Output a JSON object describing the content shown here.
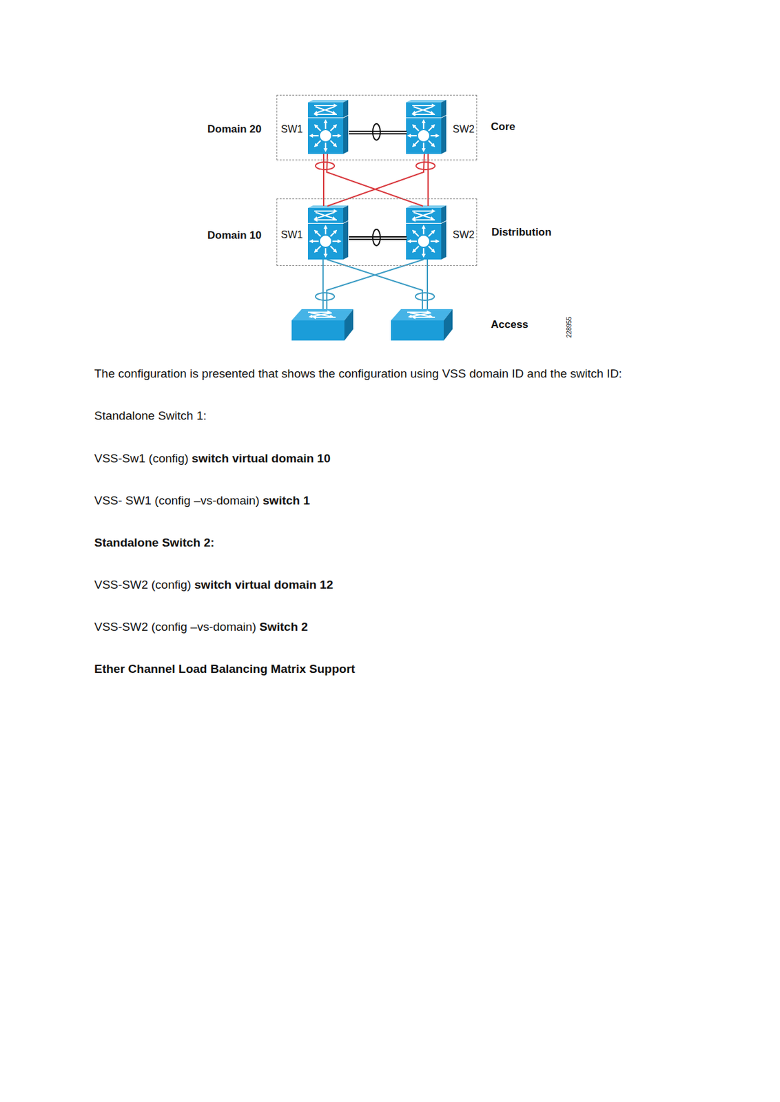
{
  "diagram": {
    "nodes": [
      {
        "text": [
          "Domain 20",
          "Core"
        ]
      },
      {
        "text": [
          "SW1"
        ],
        "in": 0
      },
      {
        "text": [
          "SW2"
        ],
        "in": 0
      },
      {
        "text": [
          "Domain 10",
          "Distribution"
        ]
      },
      {
        "text": [
          "SW1"
        ],
        "in": 3
      },
      {
        "text": [
          "SW2"
        ],
        "in": 3
      }
    ],
    "edges": [
      {
        "from": 1,
        "to": 2,
        "arrow": "none"
      },
      {
        "from": 4,
        "to": 5,
        "arrow": "none"
      },
      {
        "from": 1,
        "to": 4,
        "arrow": "none"
      },
      {
        "from": 1,
        "to": 5,
        "arrow": "none"
      },
      {
        "from": 2,
        "to": 4,
        "arrow": "none"
      },
      {
        "from": 2,
        "to": 5,
        "arrow": "none"
      }
    ],
    "labels": [
      "Access",
      "228955",
      "The configuration is presented that shows the configuration using VSS domain ID and the switch ID:",
      "Standalone Switch 1:",
      "VSS-Sw1 (config)",
      "switch virtual domain 10",
      "VSS- SW1 (config –vs-domain)",
      "switch 1",
      "Standalone Switch 2:",
      "VSS-SW2 (config)",
      "switch virtual domain 12",
      "VSS-SW2 (config –vs-domain)",
      "Switch 2",
      "Ether Channel Load Balancing Matrix Support"
    ]
  }
}
